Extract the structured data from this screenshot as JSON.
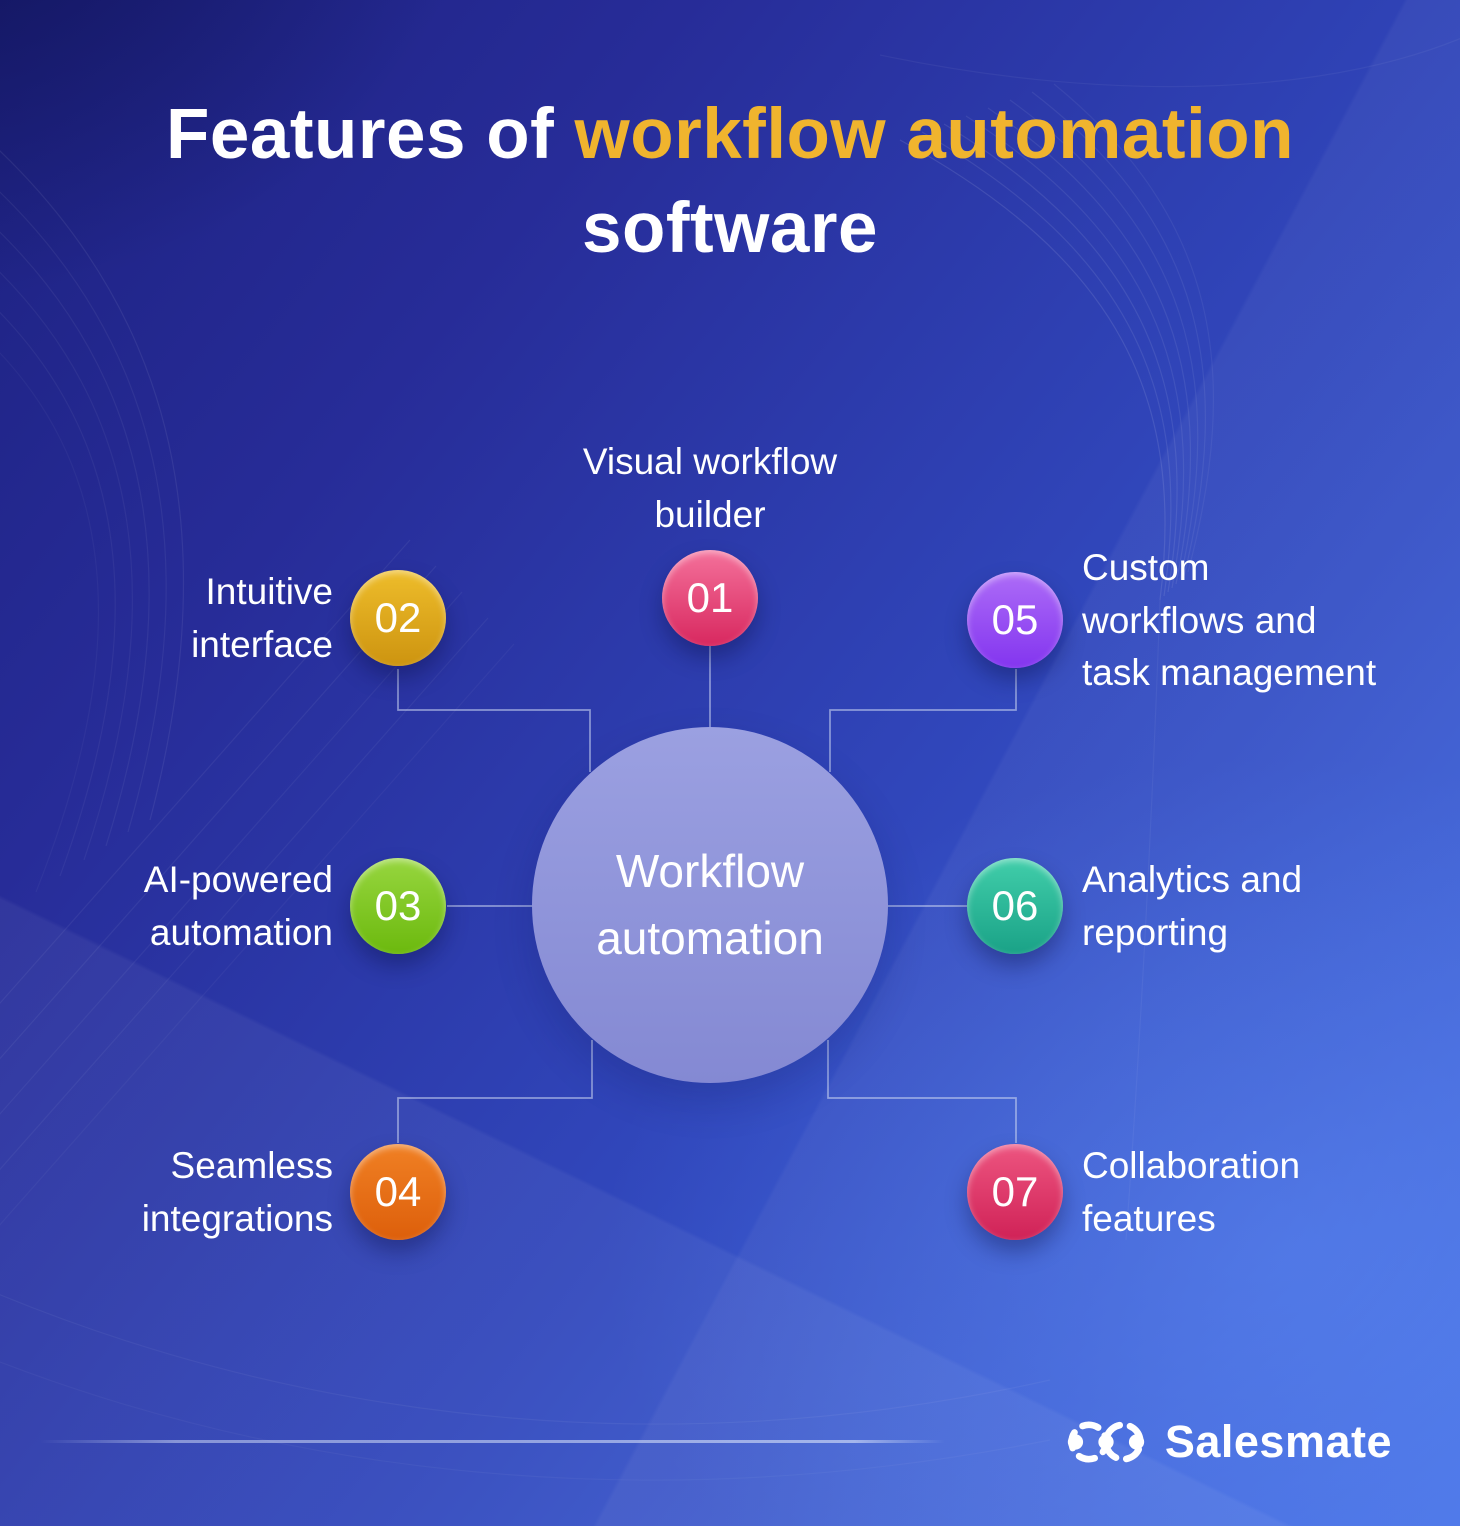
{
  "title": {
    "prefix": "Features of ",
    "highlight": "workflow automation",
    "line2": "software"
  },
  "center_circle": {
    "label": "Workflow\nautomation"
  },
  "items": [
    {
      "number": "01",
      "label": "Visual workflow\nbuilder",
      "colors": {
        "from": "#f4719b",
        "to": "#d8285f"
      }
    },
    {
      "number": "02",
      "label": "Intuitive\ninterface",
      "colors": {
        "from": "#eebd2b",
        "to": "#cd9410"
      }
    },
    {
      "number": "03",
      "label": "AI-powered\nautomation",
      "colors": {
        "from": "#97d63f",
        "to": "#6cb90e"
      }
    },
    {
      "number": "04",
      "label": "Seamless\nintegrations",
      "colors": {
        "from": "#f08024",
        "to": "#dd5f0b"
      }
    },
    {
      "number": "05",
      "label": "Custom\nworkflows and\ntask management",
      "colors": {
        "from": "#ad6cf7",
        "to": "#8335ef"
      }
    },
    {
      "number": "06",
      "label": "Analytics and\nreporting",
      "colors": {
        "from": "#41ceaa",
        "to": "#1aa287"
      }
    },
    {
      "number": "07",
      "label": "Collaboration\nfeatures",
      "colors": {
        "from": "#ed5580",
        "to": "#d02257"
      }
    }
  ],
  "brand": {
    "name": "Salesmate",
    "logo_icon": "chain-rings-icon"
  },
  "palette": {
    "background_top": "#1d2180",
    "background_mid": "#3148bd",
    "background_bottom": "#4570e6",
    "title_highlight": "#f0b42e",
    "center_circle_fill": "#9095db",
    "connector": "#ccd5f2",
    "text": "#ffffff"
  }
}
